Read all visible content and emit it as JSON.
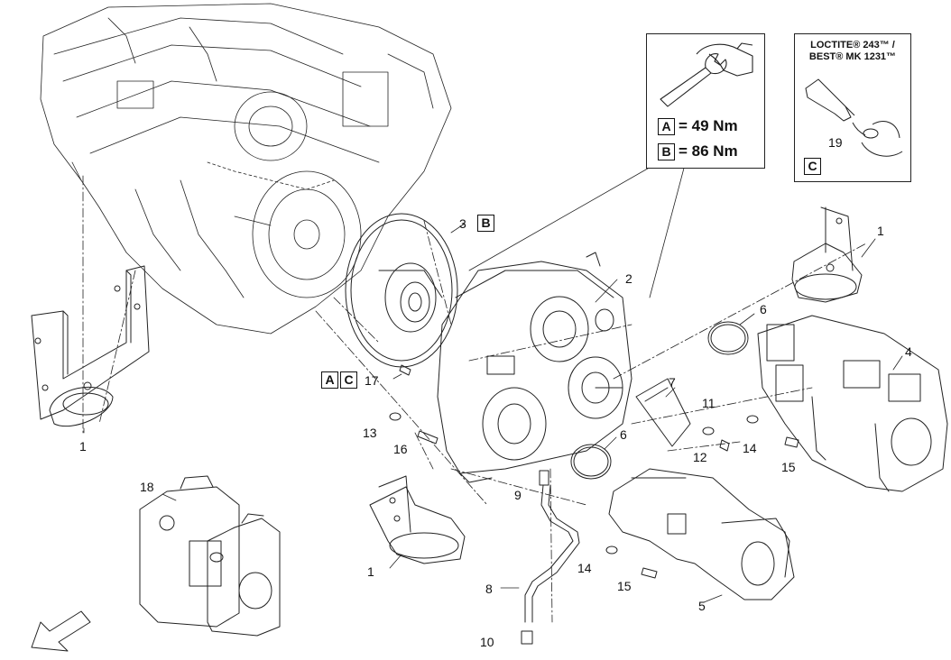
{
  "header": {
    "title": ""
  },
  "torque_panel": {
    "icon": "wrench-icon",
    "spec_a": {
      "letter": "A",
      "value": "= 49 Nm"
    },
    "spec_b": {
      "letter": "B",
      "value": "= 86 Nm"
    }
  },
  "loctite_panel": {
    "line1": "LOCTITE® 243™ /",
    "line2": "BEST® MK 1231™",
    "item": "19",
    "letter": "C"
  },
  "labels": {
    "flex_plate_ref": {
      "num": "3",
      "letter": "B"
    },
    "screw_ref": {
      "letter_a": "A",
      "letter_c": "C",
      "num": "17"
    }
  },
  "callouts": [
    "1",
    "1",
    "1",
    "2",
    "4",
    "5",
    "6",
    "6",
    "7",
    "8",
    "9",
    "10",
    "11",
    "12",
    "13",
    "14",
    "14",
    "15",
    "15",
    "16",
    "18"
  ],
  "colors": {
    "line": "#222222",
    "text": "#111111",
    "background": "#ffffff"
  }
}
